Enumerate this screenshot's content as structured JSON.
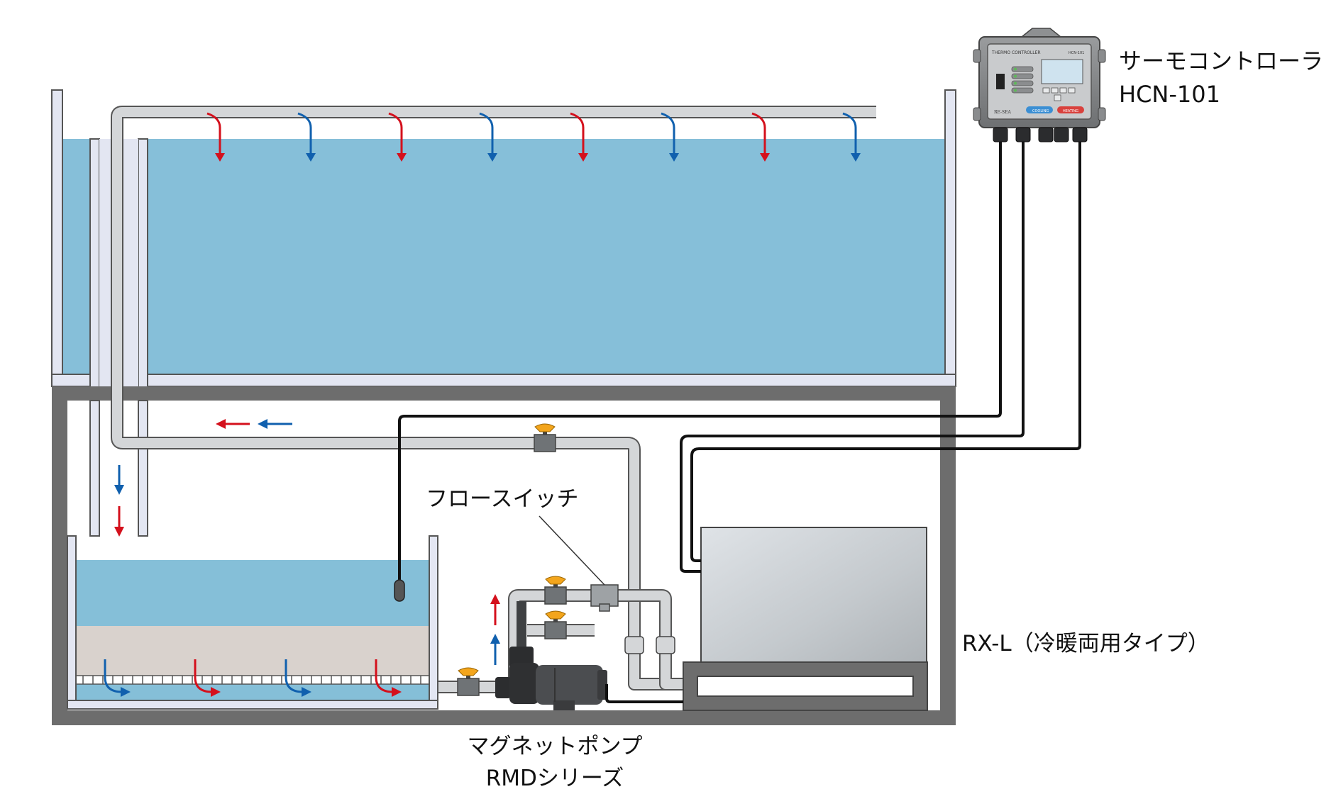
{
  "labels": {
    "controller_line1": "サーモコントローラ",
    "controller_line2": "HCN-101",
    "flow_switch": "フロースイッチ",
    "chiller": "RX-L（冷暖両用タイプ）",
    "pump_line1": "マグネットポンプ",
    "pump_line2": "RMDシリーズ"
  },
  "controller_panel": {
    "header": "THERMO CONTROLLER",
    "model": "HCN-101",
    "brand": "RE-SEA",
    "button_left": "COOLING",
    "button_right": "HEATING"
  },
  "colors": {
    "water": "#86bfd9",
    "sump_water": "#85bfd8",
    "sand": "#d9d2cd",
    "tank_glass": "#e3e6f2",
    "cabinet": "#6d6d6d",
    "pipe": "#d4d6d8",
    "cold_arrow": "#1060ae",
    "hot_arrow": "#d4101c",
    "valve": "#f3a51c",
    "cable": "#111111"
  }
}
